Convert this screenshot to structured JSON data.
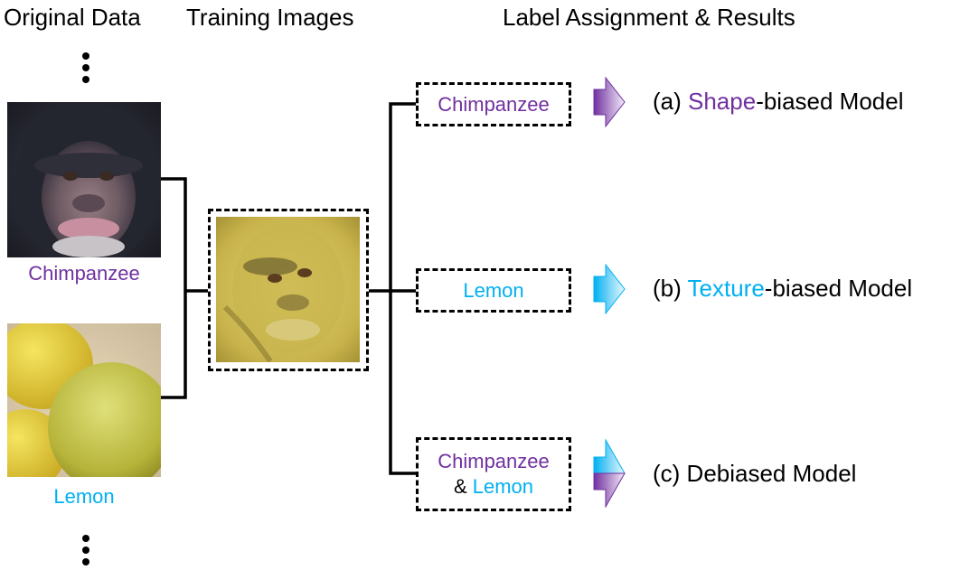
{
  "headers": {
    "original_data": "Original Data",
    "training_images": "Training Images",
    "label_assignment": "Label Assignment & Results"
  },
  "captions": {
    "chimpanzee": "Chimpanzee",
    "lemon": "Lemon"
  },
  "labels": {
    "a": "Chimpanzee",
    "b": "Lemon",
    "c_part1": "Chimpanzee",
    "c_amp": "& ",
    "c_part2": "Lemon"
  },
  "results": {
    "a_prefix": "(a) ",
    "a_colored": "Shape",
    "a_suffix": "-biased Model",
    "b_prefix": "(b) ",
    "b_colored": "Texture",
    "b_suffix": "-biased Model",
    "c_text": "(c) Debiased Model"
  },
  "colors": {
    "shape_purple": "#7030a0",
    "texture_cyan": "#00b0f0"
  }
}
